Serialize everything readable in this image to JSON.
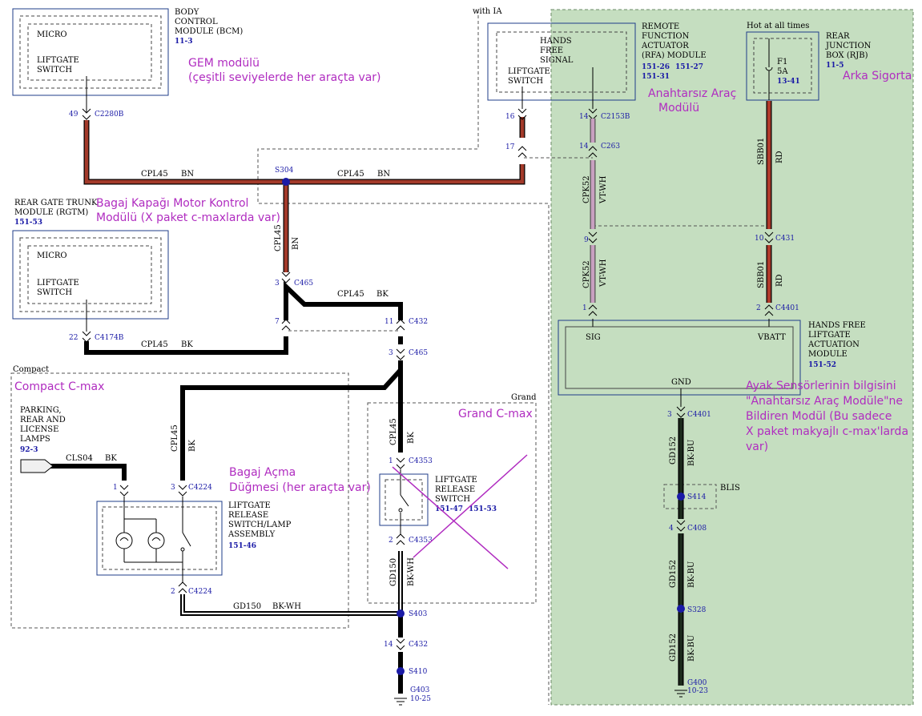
{
  "modules": {
    "bcm": {
      "title_lines": [
        "BODY",
        "CONTROL",
        "MODULE (BCM)"
      ],
      "ref": "11-3",
      "inner_lines": [
        "MICRO",
        "LIFTGATE",
        "SWITCH"
      ]
    },
    "rgtm": {
      "title_lines": [
        "REAR GATE TRUNK",
        "MODULE (RGTM)"
      ],
      "ref": "151-53",
      "inner_lines": [
        "MICRO",
        "LIFTGATE",
        "SWITCH"
      ]
    },
    "rfa": {
      "with_ia": "with IA",
      "title_lines": [
        "REMOTE",
        "FUNCTION",
        "ACTUATOR",
        "(RFA) MODULE"
      ],
      "refs": [
        "151-26",
        "151-27",
        "151-31"
      ],
      "inner_lines": [
        "HANDS",
        "FREE",
        "SIGNAL",
        "LIFTGATE",
        "SWITCH"
      ]
    },
    "rjb": {
      "hot": "Hot at all times",
      "title_lines": [
        "REAR",
        "JUNCTION",
        "BOX (RJB)"
      ],
      "ref": "11-5",
      "fuse": "F1",
      "amps": "5A",
      "fuse_ref": "13-41"
    },
    "hflam": {
      "title_lines": [
        "HANDS FREE",
        "LIFTGATE",
        "ACTUATION",
        "MODULE"
      ],
      "ref": "151-52",
      "sig": "SIG",
      "vbatt": "VBATT",
      "gnd": "GND"
    },
    "lamps": {
      "title_lines": [
        "PARKING,",
        "REAR AND",
        "LICENSE",
        "LAMPS"
      ],
      "ref": "92-3"
    },
    "lrs_assembly": {
      "title_lines": [
        "LIFTGATE",
        "RELEASE",
        "SWITCH/LAMP",
        "ASSEMBLY"
      ],
      "ref": "151-46"
    },
    "lrs_grand": {
      "title_lines": [
        "LIFTGATE",
        "RELEASE",
        "SWITCH"
      ],
      "refs": [
        "151-47",
        "151-53"
      ]
    }
  },
  "regions": {
    "compact": "Compact",
    "grand": "Grand",
    "blis": "BLIS"
  },
  "wires": {
    "cpl45_bn": [
      "CPL45",
      "BN"
    ],
    "cpl45_bk": [
      "CPL45",
      "BK"
    ],
    "cpk52_vtwh": [
      "CPK52",
      "VT-WH"
    ],
    "sbb01_rd": [
      "SBB01",
      "RD"
    ],
    "gd152_bkbu": [
      "GD152",
      "BK-BU"
    ],
    "cls04_bk": [
      "CLS04",
      "BK"
    ],
    "gd150_bkwh": [
      "GD150",
      "BK-WH"
    ]
  },
  "connectors": {
    "c2280b": {
      "pin": "49",
      "name": "C2280B"
    },
    "s304": "S304",
    "c465_a": {
      "pin": "3",
      "name": "C465"
    },
    "c432_a": {
      "pin": "7",
      "pin2": "11",
      "name": "C432"
    },
    "c4174b": {
      "pin": "22",
      "name": "C4174B"
    },
    "c465_b": {
      "pin": "3",
      "name": "C465"
    },
    "rfa_pins": {
      "p16": "16",
      "p17": "17"
    },
    "c2153b": {
      "pin": "14",
      "name": "C2153B"
    },
    "c263": {
      "pin": "14",
      "name": "C263"
    },
    "c_pin9": "9",
    "c431": {
      "pin": "10",
      "name": "C431"
    },
    "c4401_top": {
      "pin1": "1",
      "pin2": "2",
      "name": "C4401"
    },
    "c4401_gnd": {
      "pin": "3",
      "name": "C4401"
    },
    "s414": "S414",
    "c408": {
      "pin": "4",
      "name": "C408"
    },
    "s328": "S328",
    "g400": {
      "name": "G400",
      "ref": "10-23"
    },
    "c4224_1": "1",
    "c4224_3": {
      "pin": "3",
      "name": "C4224"
    },
    "c4224_2": {
      "pin": "2",
      "name": "C4224"
    },
    "c4353_1": {
      "pin": "1",
      "name": "C4353"
    },
    "c4353_2": {
      "pin": "2",
      "name": "C4353"
    },
    "s403": "S403",
    "c432_b": {
      "pin": "14",
      "name": "C432"
    },
    "s410": "S410",
    "g403": {
      "name": "G403",
      "ref": "10-25"
    }
  },
  "annotations": {
    "gem": [
      "GEM modülü",
      "(çeşitli seviyelerde her araçta var)"
    ],
    "rgtm": [
      "Bagaj Kapağı Motor Kontrol",
      "Modülü (X paket c-maxlarda var)"
    ],
    "keyless": [
      "Anahtarsız Araç",
      "Modülü"
    ],
    "fuse": "Arka Sigorta",
    "compact": "Compact C-max",
    "grand": "Grand C-max",
    "button": [
      "Bagaj Açma",
      "Düğmesi (her araçta var)"
    ],
    "foot": [
      "Ayak Sensörlerinin bilgisini",
      "\"Anahtarsız Araç Modüle\"ne",
      "Bildiren Modül (Bu sadece",
      "X paket makyajlı c-max'larda",
      "var)"
    ]
  },
  "colors": {
    "bn_wire": "#a33a2a",
    "rd_wire": "#b03a2a",
    "vt_wire": "#c8a0c0",
    "blk_wire": "#000000",
    "green_zone": "#c5dec0",
    "annotation": "#b02cc0",
    "splice": "#1a1aa6"
  }
}
